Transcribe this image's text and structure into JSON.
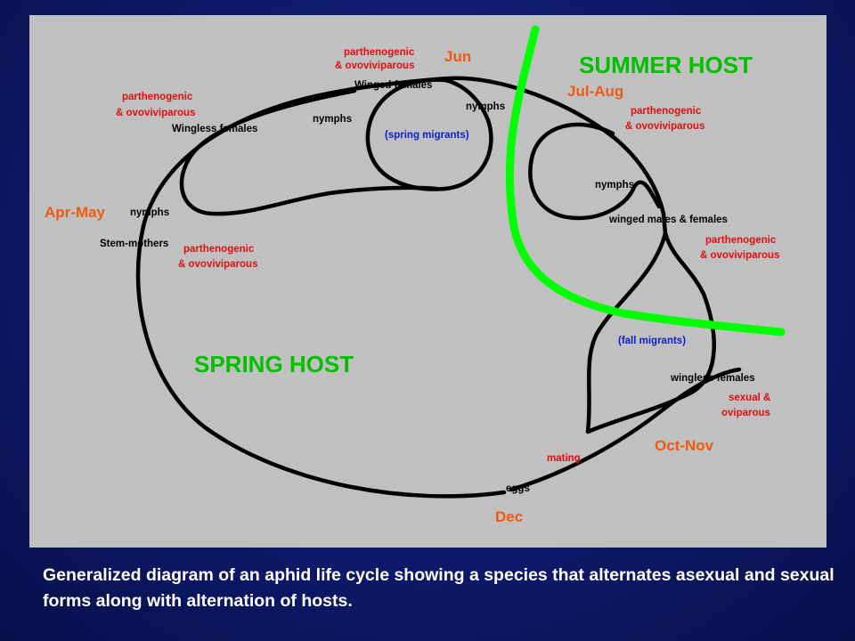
{
  "diagram": {
    "hosts": {
      "summer": "SUMMER HOST",
      "spring": "SPRING HOST"
    },
    "months": {
      "jun": "Jun",
      "jul_aug": "Jul-Aug",
      "apr_may": "Apr-May",
      "oct_nov": "Oct-Nov",
      "dec": "Dec"
    },
    "stages": {
      "winged_females": "Winged females",
      "wingless_females_spring": "Wingless females",
      "nymphs_upper_left": "nymphs",
      "nymphs_top": "nymphs",
      "nymphs_right": "nymphs",
      "nymphs_left": "nymphs",
      "stem_mothers": "Stem-mothers",
      "winged_males_females": "winged males & females",
      "wingless_females_fall": "wingless females",
      "mating": "mating",
      "eggs": "eggs"
    },
    "migrants": {
      "spring": "(spring migrants)",
      "fall": "(fall migrants)"
    },
    "reproduction": {
      "parthenogenic": "parthenogenic",
      "ovoviviparous": "& ovoviviparous",
      "sexual": "sexual &",
      "oviparous": "oviparous"
    },
    "colors": {
      "lines": "#000000",
      "host_divider": "#00ff00",
      "month": "#f05a10",
      "reproduction": "#e01010",
      "migrants": "#1020c8"
    }
  },
  "caption": {
    "text": "Generalized diagram of an aphid life cycle showing a species that alternates asexual and sexual forms along with alternation of hosts."
  }
}
